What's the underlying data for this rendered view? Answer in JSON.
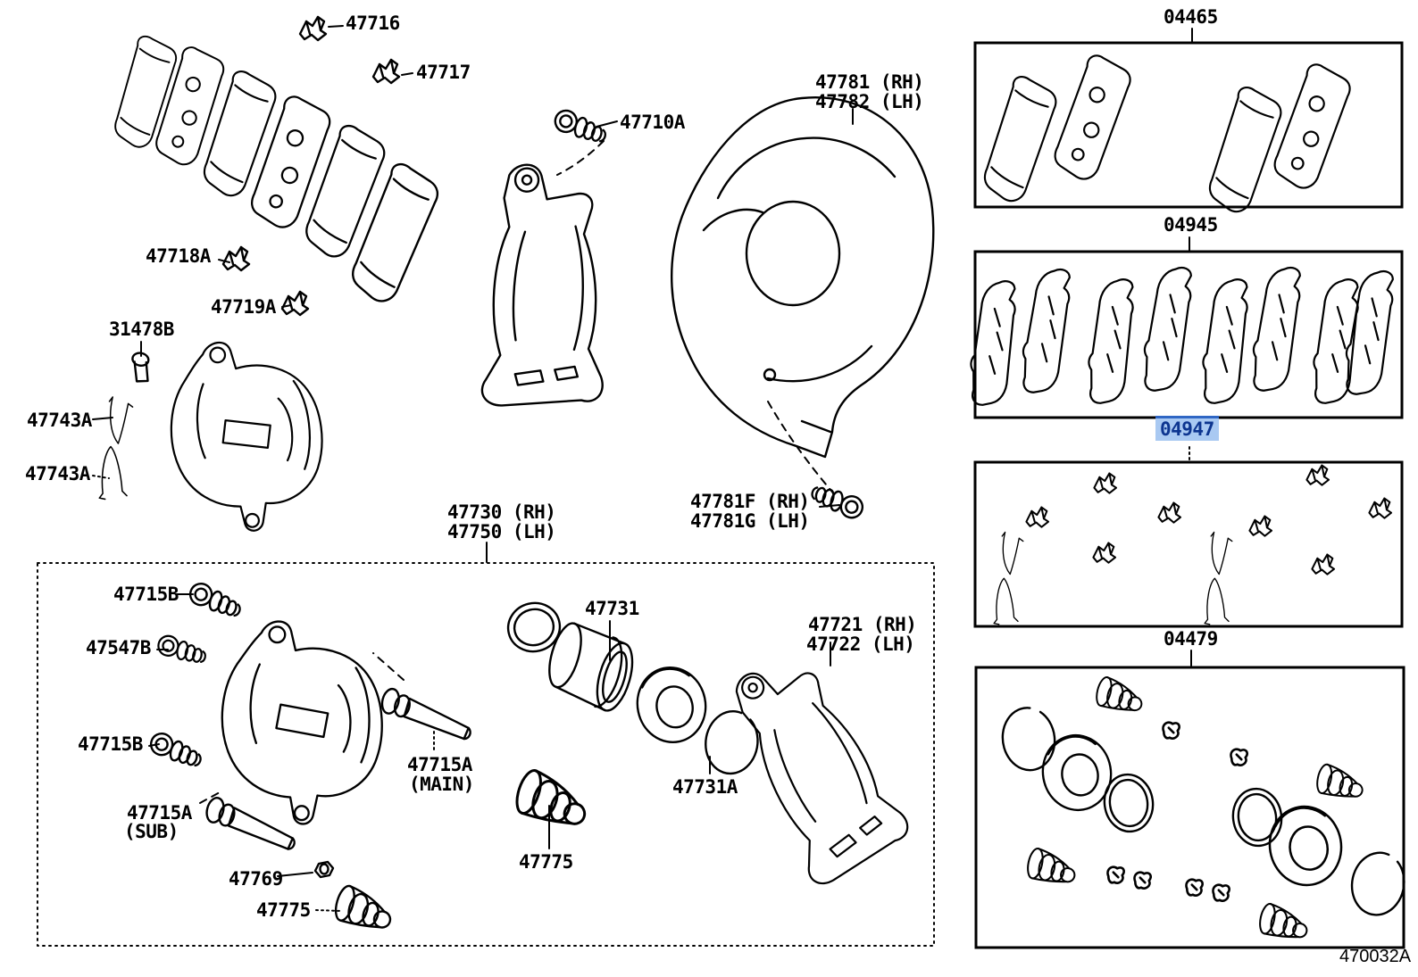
{
  "page": {
    "background": "#ffffff",
    "line_color": "#000000"
  },
  "footer_code": "470032A",
  "highlight": {
    "bg": "#a9c9f2",
    "edge": "#2f66c4",
    "text_color": "#0d3590"
  },
  "part_labels": [
    {
      "text": "47716"
    },
    {
      "text": "47717"
    },
    {
      "text": "47710A"
    },
    {
      "text": "47781 (RH)"
    },
    {
      "text": "47782 (LH)"
    },
    {
      "text": "47718A"
    },
    {
      "text": "47719A"
    },
    {
      "text": "31478B"
    },
    {
      "text": "47743A"
    },
    {
      "text": "47743A"
    },
    {
      "text": "47730 (RH)"
    },
    {
      "text": "47750 (LH)"
    },
    {
      "text": "47781F (RH)"
    },
    {
      "text": "47781G (LH)"
    },
    {
      "text": "47715B"
    },
    {
      "text": "47547B"
    },
    {
      "text": "47731"
    },
    {
      "text": "47721 (RH)"
    },
    {
      "text": "47722 (LH)"
    },
    {
      "text": "47715B"
    },
    {
      "text": "47715A"
    },
    {
      "text": "(SUB)"
    },
    {
      "text": "47715A"
    },
    {
      "text": "(MAIN)"
    },
    {
      "text": "47731A"
    },
    {
      "text": "47769"
    },
    {
      "text": "47775"
    },
    {
      "text": "47775"
    }
  ],
  "kit_boxes": [
    {
      "code": "04465",
      "name": "brake-pad-kit",
      "highlighted": false
    },
    {
      "code": "04945",
      "name": "anti-squeal-shim-kit",
      "highlighted": false
    },
    {
      "code": "04947",
      "name": "pad-support-fitting-kit",
      "highlighted": true
    },
    {
      "code": "04479",
      "name": "cylinder-kit",
      "highlighted": false
    }
  ]
}
